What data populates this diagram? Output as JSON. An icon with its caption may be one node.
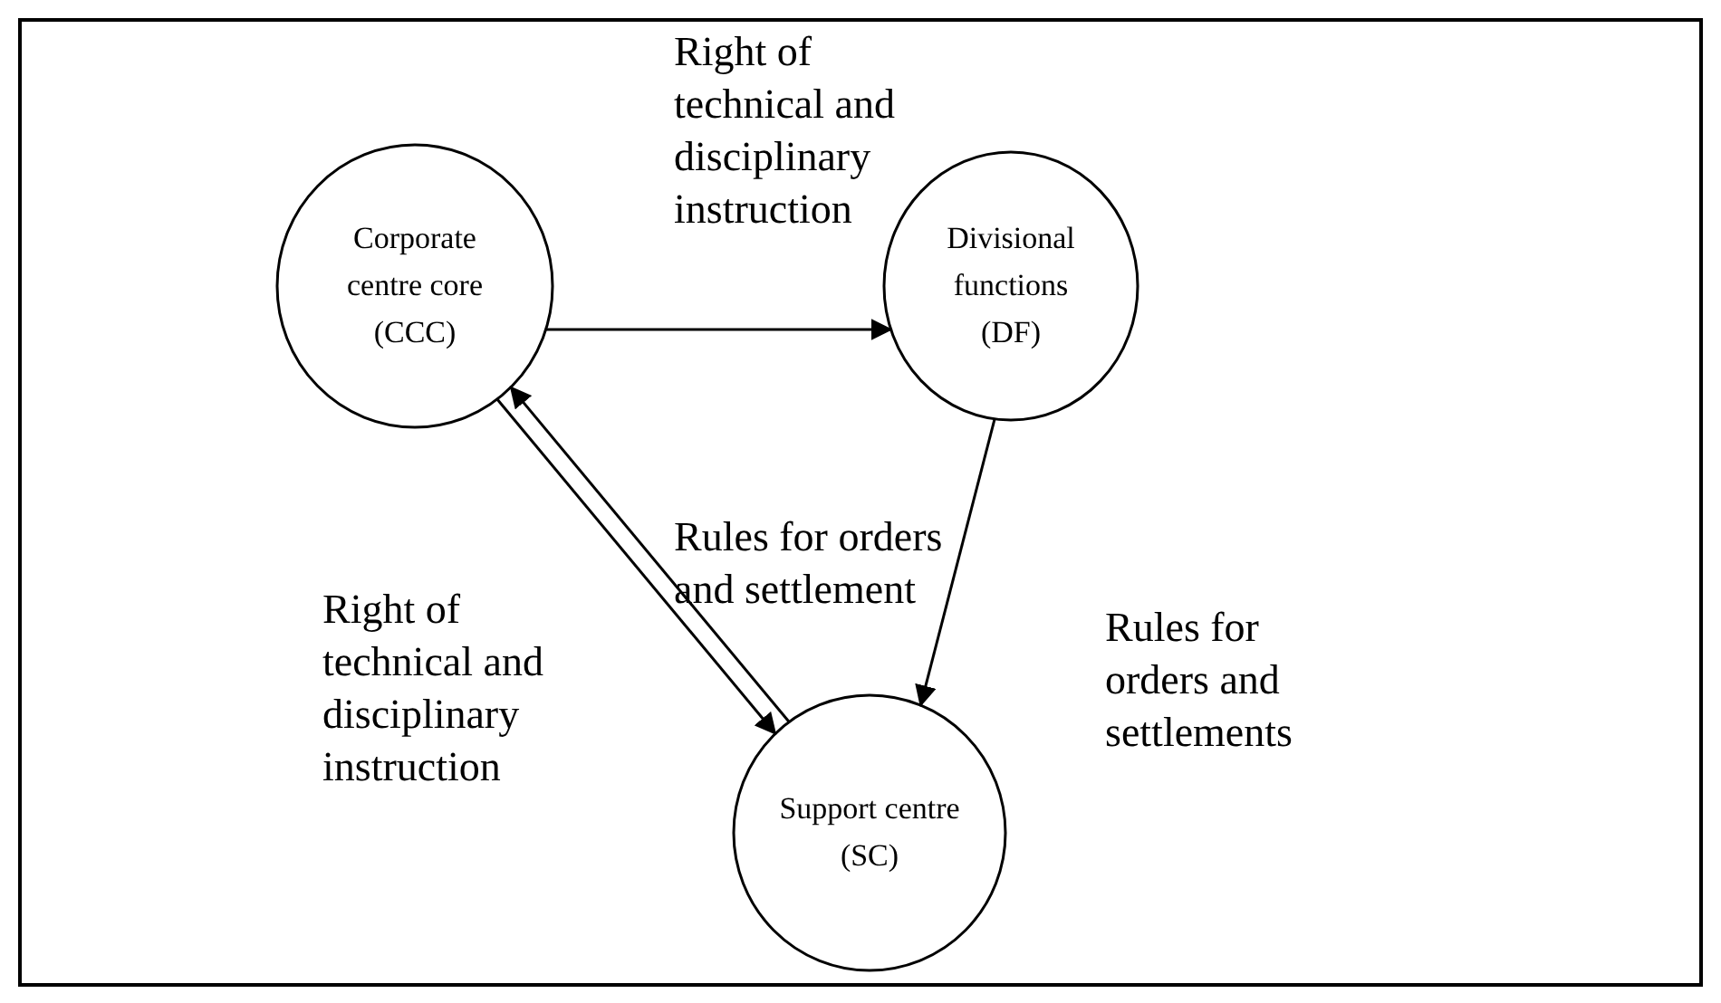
{
  "diagram": {
    "nodes": [
      {
        "text": [
          "Corporate centre core (CCC)"
        ]
      },
      {
        "text": [
          "Divisional functions (DF)"
        ]
      },
      {
        "text": [
          "Support centre (SC)"
        ]
      }
    ],
    "edges": [
      {
        "from": 0,
        "to": 1,
        "arrow": "to",
        "label": "Right of technical and disciplinary instruction"
      },
      {
        "from": 0,
        "to": 2,
        "arrow": "to",
        "label": "Right of technical and disciplinary instruction"
      },
      {
        "from": 2,
        "to": 0,
        "arrow": "to",
        "label": "Rules for orders and settlement"
      },
      {
        "from": 1,
        "to": 2,
        "arrow": "to",
        "label": "Rules for orders and settlements"
      }
    ]
  }
}
